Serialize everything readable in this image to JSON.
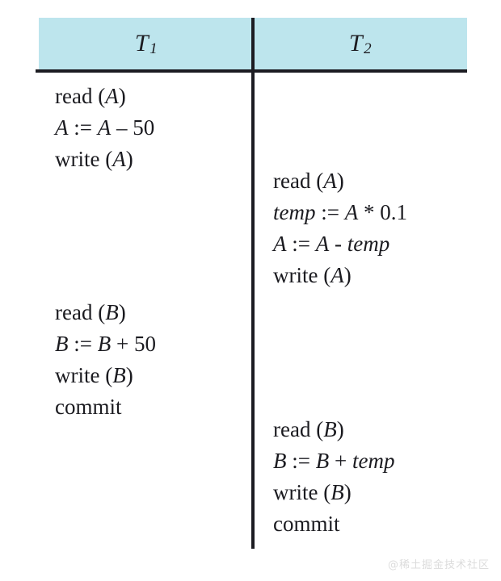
{
  "figure": {
    "type": "transaction-schedule-table",
    "background_color": "#ffffff",
    "header_background_color": "#bde5ed",
    "rule_color": "#1c1c22",
    "text_color": "#1b1b20"
  },
  "columns": [
    {
      "id": "T1",
      "header_symbol": "T",
      "header_subscript": "1",
      "blocks": [
        {
          "id": "t1-block-1",
          "lines": [
            {
              "segments": [
                {
                  "text": "read (",
                  "style": "kw"
                },
                {
                  "text": "A",
                  "style": "var"
                },
                {
                  "text": ")",
                  "style": "kw"
                }
              ]
            },
            {
              "segments": [
                {
                  "text": "A",
                  "style": "var"
                },
                {
                  "text": " := ",
                  "style": "sym"
                },
                {
                  "text": "A",
                  "style": "var"
                },
                {
                  "text": " – ",
                  "style": "sym"
                },
                {
                  "text": "50",
                  "style": "num"
                }
              ]
            },
            {
              "segments": [
                {
                  "text": "write (",
                  "style": "kw"
                },
                {
                  "text": "A",
                  "style": "var"
                },
                {
                  "text": ")",
                  "style": "kw"
                }
              ]
            }
          ]
        },
        {
          "id": "t1-block-2",
          "lines": [
            {
              "segments": [
                {
                  "text": "read (",
                  "style": "kw"
                },
                {
                  "text": "B",
                  "style": "var"
                },
                {
                  "text": ")",
                  "style": "kw"
                }
              ]
            },
            {
              "segments": [
                {
                  "text": "B",
                  "style": "var"
                },
                {
                  "text": " := ",
                  "style": "sym"
                },
                {
                  "text": "B",
                  "style": "var"
                },
                {
                  "text": " + ",
                  "style": "sym"
                },
                {
                  "text": "50",
                  "style": "num"
                }
              ]
            },
            {
              "segments": [
                {
                  "text": "write (",
                  "style": "kw"
                },
                {
                  "text": "B",
                  "style": "var"
                },
                {
                  "text": ")",
                  "style": "kw"
                }
              ]
            },
            {
              "segments": [
                {
                  "text": "commit",
                  "style": "kw"
                }
              ]
            }
          ]
        }
      ]
    },
    {
      "id": "T2",
      "header_symbol": "T",
      "header_subscript": "2",
      "blocks": [
        {
          "id": "t2-block-1",
          "lines": [
            {
              "segments": [
                {
                  "text": "read (",
                  "style": "kw"
                },
                {
                  "text": "A",
                  "style": "var"
                },
                {
                  "text": ")",
                  "style": "kw"
                }
              ]
            },
            {
              "segments": [
                {
                  "text": "temp",
                  "style": "var"
                },
                {
                  "text": " := ",
                  "style": "sym"
                },
                {
                  "text": "A",
                  "style": "var"
                },
                {
                  "text": " * ",
                  "style": "sym"
                },
                {
                  "text": "0.1",
                  "style": "num"
                }
              ]
            },
            {
              "segments": [
                {
                  "text": "A",
                  "style": "var"
                },
                {
                  "text": " := ",
                  "style": "sym"
                },
                {
                  "text": "A",
                  "style": "var"
                },
                {
                  "text": " - ",
                  "style": "sym"
                },
                {
                  "text": "temp",
                  "style": "var"
                }
              ]
            },
            {
              "segments": [
                {
                  "text": "write (",
                  "style": "kw"
                },
                {
                  "text": "A",
                  "style": "var"
                },
                {
                  "text": ")",
                  "style": "kw"
                }
              ]
            }
          ]
        },
        {
          "id": "t2-block-2",
          "lines": [
            {
              "segments": [
                {
                  "text": "read (",
                  "style": "kw"
                },
                {
                  "text": "B",
                  "style": "var"
                },
                {
                  "text": ")",
                  "style": "kw"
                }
              ]
            },
            {
              "segments": [
                {
                  "text": "B",
                  "style": "var"
                },
                {
                  "text": " := ",
                  "style": "sym"
                },
                {
                  "text": "B",
                  "style": "var"
                },
                {
                  "text": " + ",
                  "style": "sym"
                },
                {
                  "text": "temp",
                  "style": "var"
                }
              ]
            },
            {
              "segments": [
                {
                  "text": "write (",
                  "style": "kw"
                },
                {
                  "text": "B",
                  "style": "var"
                },
                {
                  "text": ")",
                  "style": "kw"
                }
              ]
            },
            {
              "segments": [
                {
                  "text": "commit",
                  "style": "kw"
                }
              ]
            }
          ]
        }
      ]
    }
  ],
  "watermark": {
    "text": "@稀土掘金技术社区"
  }
}
